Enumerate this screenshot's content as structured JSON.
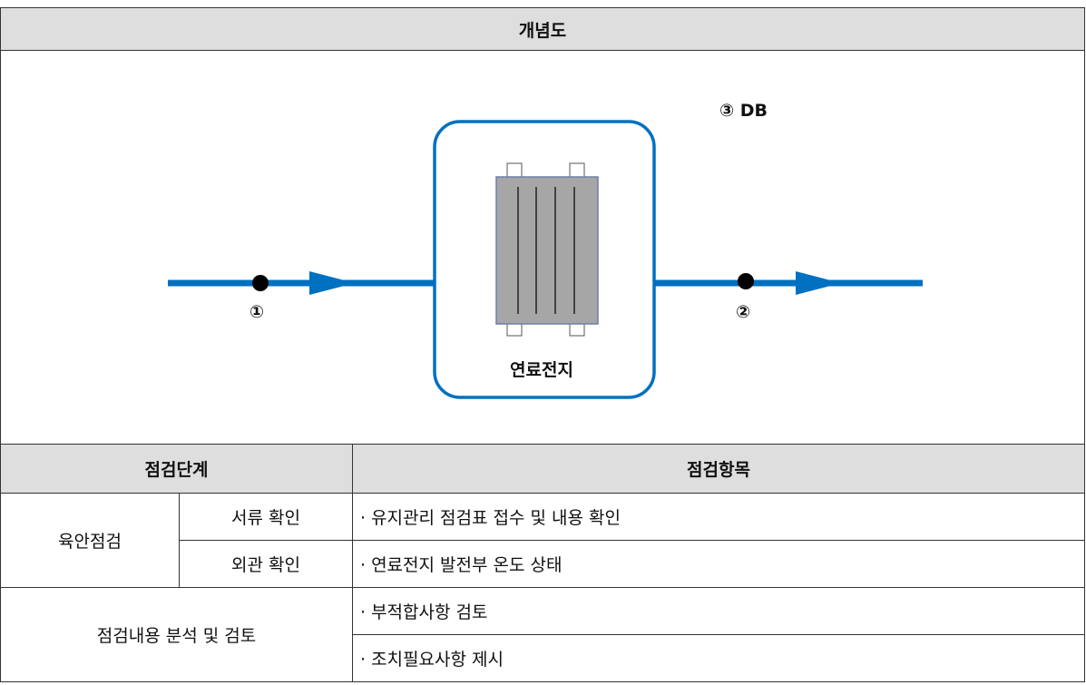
{
  "concept_header": "개념도",
  "diagram": {
    "fuel_cell_label": "연료전지",
    "point1_label": "①",
    "point2_label": "②",
    "point3_label": "③ DB",
    "flow_color": "#0070c0"
  },
  "table": {
    "header_stage": "점검단계",
    "header_items": "점검항목",
    "groups": [
      {
        "stage": "육안점검",
        "rows": [
          {
            "sub": "서류 확인",
            "item": "· 유지관리 점검표 접수 및 내용 확인"
          },
          {
            "sub": "외관 확인",
            "item": "· 연료전지 발전부 온도 상태"
          }
        ]
      },
      {
        "stage": "점검내용 분석 및 검토",
        "rows": [
          {
            "item": "· 부적합사항 검토"
          },
          {
            "item": "· 조치필요사항 제시"
          }
        ]
      }
    ]
  }
}
